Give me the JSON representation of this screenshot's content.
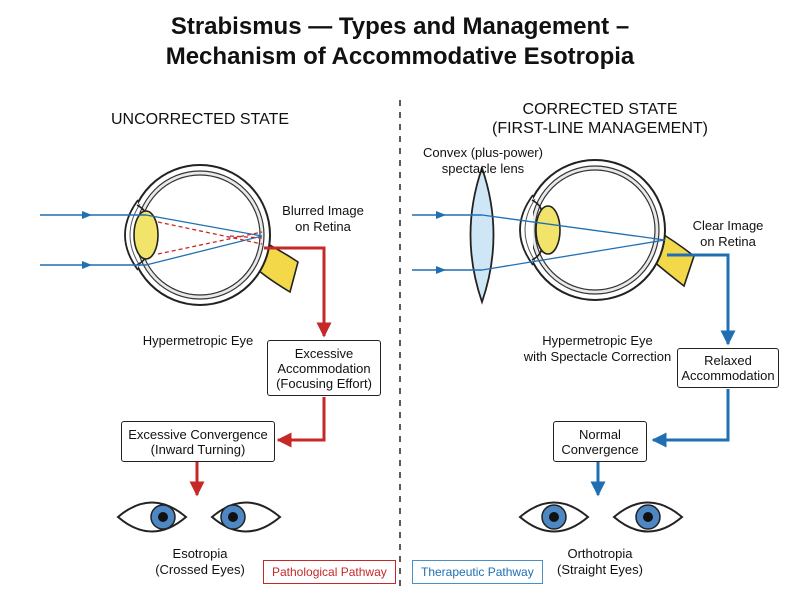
{
  "title": {
    "line1": "Strabismus — Types and Management –",
    "line2": "Mechanism of Accommodative Esotropia"
  },
  "colors": {
    "pathological": "#c62828",
    "therapeutic": "#1f6fb2",
    "outline": "#222222",
    "lens": "#f2e36a",
    "optic_nerve": "#f3d84a",
    "iris": "#4e88c4"
  },
  "left": {
    "header": "UNCORRECTED STATE",
    "retina_label": {
      "line1": "Blurred Image",
      "line2": "on Retina"
    },
    "eye_label": "Hypermetropic Eye",
    "box_accommodation": {
      "line1": "Excessive",
      "line2": "Accommodation",
      "line3": "(Focusing Effort)"
    },
    "box_convergence": {
      "line1": "Excessive Convergence",
      "line2": "(Inward Turning)"
    },
    "outcome": {
      "line1": "Esotropia",
      "line2": "(Crossed Eyes)"
    },
    "legend": "Pathological Pathway"
  },
  "right": {
    "header": {
      "line1": "CORRECTED STATE",
      "line2": "(FIRST-LINE MANAGEMENT)"
    },
    "lens_label": {
      "line1": "Convex (plus-power)",
      "line2": "spectacle lens"
    },
    "retina_label": {
      "line1": "Clear Image",
      "line2": "on Retina"
    },
    "eye_label": {
      "line1": "Hypermetropic Eye",
      "line2": "with Spectacle Correction"
    },
    "box_accommodation": {
      "line1": "Relaxed",
      "line2": "Accommodation"
    },
    "box_convergence": {
      "line1": "Normal",
      "line2": "Convergence"
    },
    "outcome": {
      "line1": "Orthotropia",
      "line2": "(Straight Eyes)"
    },
    "legend": "Therapeutic Pathway"
  }
}
